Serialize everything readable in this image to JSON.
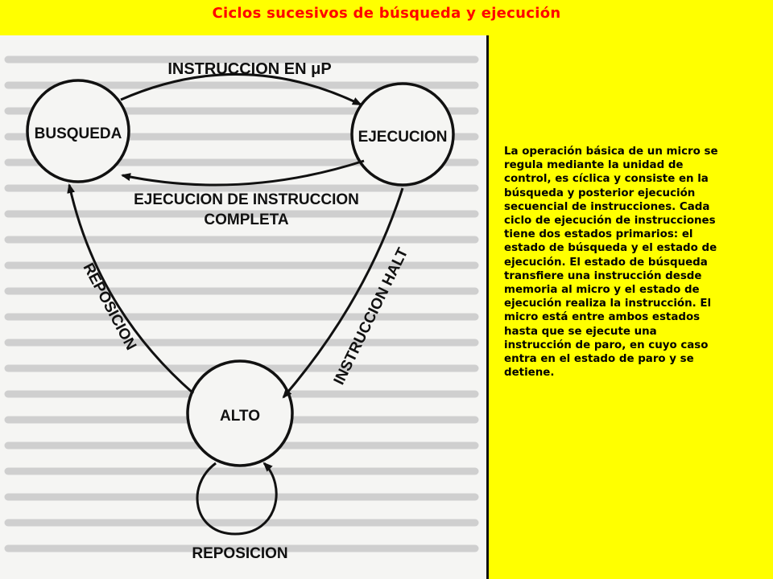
{
  "title": "Ciclos sucesivos de búsqueda y ejecución",
  "diagram": {
    "states": {
      "busqueda": "BUSQUEDA",
      "ejecucion": "EJECUCION",
      "alto": "ALTO"
    },
    "transitions": {
      "instruccion_prefix": "INSTRUCCION EN ",
      "instruccion_mu": "μP",
      "ejecucion_completa_line1": "EJECUCION DE INSTRUCCION",
      "ejecucion_completa_line2": "COMPLETA",
      "instruccion_halt": "INSTRUCCION HALT",
      "reposicion_left": "REPOSICION",
      "reposicion_bottom": "REPOSICION"
    }
  },
  "description": "La operación básica de un micro se\nregula mediante la unidad de\ncontrol, es cíclica  y consiste en la\nbúsqueda y posterior ejecución\nsecuencial de instrucciones. Cada\nciclo de ejecución de instrucciones\ntiene dos estados primarios: el\nestado de búsqueda y el estado de\nejecución. El estado de búsqueda\ntransfiere una instrucción desde\nmemoria al micro y el estado de\nejecución realiza la instrucción. El\nmicro está entre ambos estados\nhasta que se ejecute una\ninstrucción de paro, en cuyo caso\nentra en el estado de paro y se\ndetiene.",
  "colors": {
    "background": "#FFFF00",
    "title": "#FF0000"
  }
}
